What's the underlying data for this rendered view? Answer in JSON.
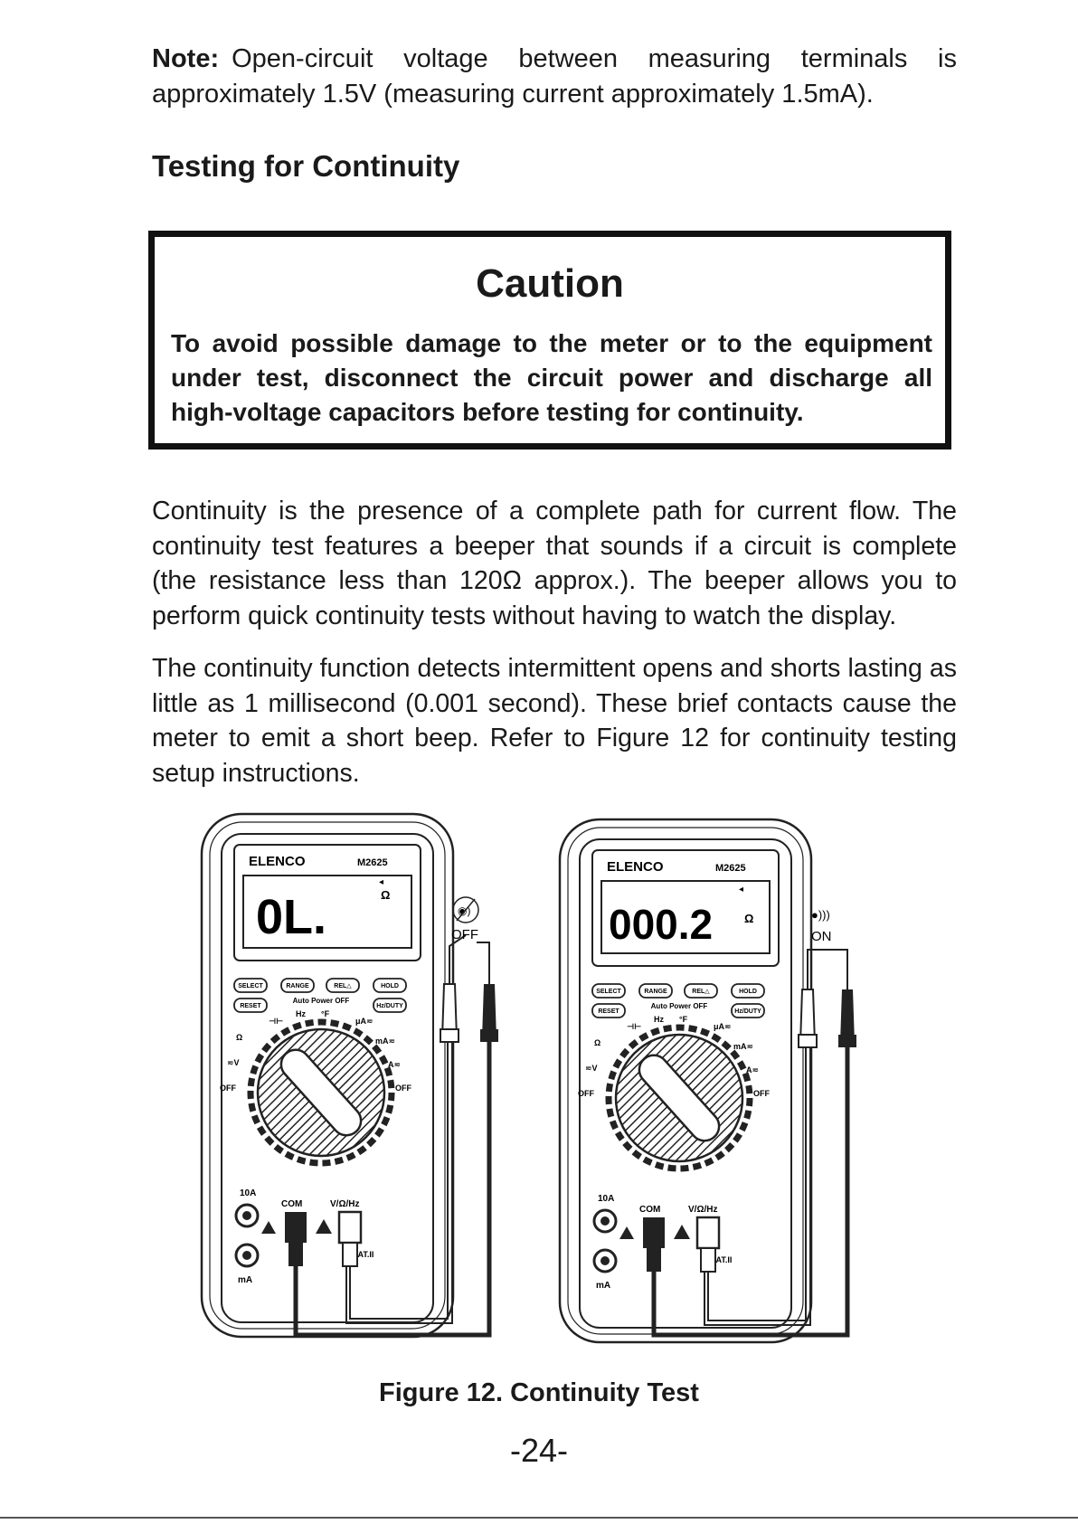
{
  "note": {
    "label": "Note:",
    "text": "Open-circuit voltage between measuring terminals is approximately 1.5V (measuring current approximately 1.5mA)."
  },
  "section_title": "Testing for Continuity",
  "caution": {
    "title": "Caution",
    "text": "To avoid possible damage to the meter or to the equipment under test, disconnect the circuit power and discharge all high-voltage capacitors before testing for continuity."
  },
  "paragraphs": [
    "Continuity is the presence of a complete path for current flow.  The continuity test features a beeper that sounds if a circuit is complete (the resistance less than 120Ω approx.).  The beeper allows you to perform quick continuity tests without having to watch the display.",
    "The continuity function detects intermittent opens and shorts lasting as little as 1 millisecond (0.001 second).  These brief contacts cause the meter to emit a short beep.  Refer to Figure 12 for continuity testing setup instructions."
  ],
  "figure": {
    "caption": "Figure 12.  Continuity Test",
    "meters": [
      {
        "brand": "ELENCO",
        "model": "M2625",
        "reading": "0L.",
        "unit": "Ω",
        "switch_state": "OFF",
        "buttons": [
          "SELECT",
          "RANGE",
          "REL△",
          "HOLD",
          "RESET",
          "Hz/DUTY"
        ],
        "auto_power": "Auto Power OFF",
        "dial": {
          "left_off": "OFF",
          "right_off": "OFF",
          "v": "≂V",
          "ohm": "Ω",
          "cap": "⊣⊢",
          "hz": "Hz",
          "temp": "°F",
          "ua": "μA≂",
          "ma": "mA≂",
          "a": "A≂"
        },
        "jacks": {
          "a10": "10A",
          "ma": "mA",
          "com": "COM",
          "vohm": "V/Ω/Hz",
          "cat": "CAT.II"
        }
      },
      {
        "brand": "ELENCO",
        "model": "M2625",
        "reading": "000.2",
        "unit": "Ω",
        "switch_state": "ON",
        "buttons": [
          "SELECT",
          "RANGE",
          "REL△",
          "HOLD",
          "RESET",
          "Hz/DUTY"
        ],
        "auto_power": "Auto Power OFF",
        "dial": {
          "left_off": "OFF",
          "right_off": "OFF",
          "v": "≂V",
          "ohm": "Ω",
          "cap": "⊣⊢",
          "hz": "Hz",
          "temp": "°F",
          "ua": "μA≂",
          "ma": "mA≂",
          "a": "A≂"
        },
        "jacks": {
          "a10": "10A",
          "ma": "mA",
          "com": "COM",
          "vohm": "V/Ω/Hz",
          "cat": "CAT.II"
        }
      }
    ]
  },
  "page_number": "-24-"
}
